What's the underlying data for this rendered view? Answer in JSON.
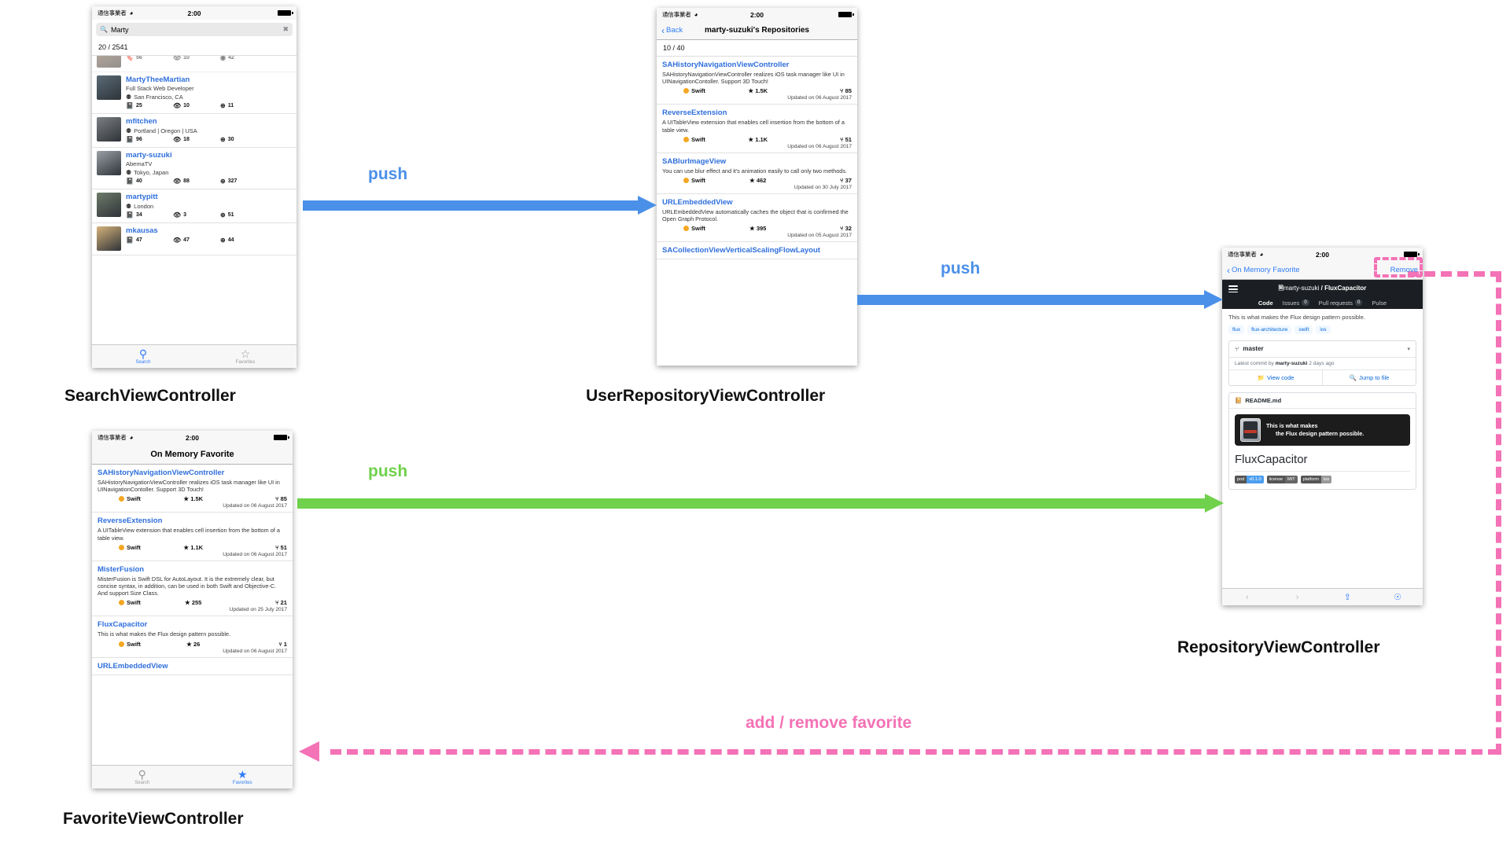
{
  "statusbar": {
    "carrier": "通信事業者",
    "wifi": "wifi-icon",
    "time": "2:00"
  },
  "labels": {
    "search_vc": "SearchViewController",
    "user_repo_vc": "UserRepositoryViewController",
    "repository_vc": "RepositoryViewController",
    "favorite_vc": "FavoriteViewController"
  },
  "arrows": {
    "push1": {
      "label": "push",
      "color": "#4a90e8"
    },
    "push2": {
      "label": "push",
      "color": "#4a90e8"
    },
    "push3": {
      "label": "push",
      "color": "#6fd14c"
    },
    "favorite": {
      "label": "add / remove favorite",
      "color": "#f472b6"
    }
  },
  "search_vc": {
    "search": {
      "value": "Marty",
      "placeholder": "Search",
      "icon": "search-icon",
      "clear_icon": "clear-icon"
    },
    "count": "20 / 2541",
    "users": [
      {
        "name": "MartyTheeMartian",
        "bio": "Full Stack Web Developer",
        "location": "San Francisco, CA",
        "repos": "25",
        "followers": "10",
        "gists": "11",
        "avatar_tone": "#5a6b78"
      },
      {
        "name": "mfitchen",
        "bio": "",
        "location": "Portland | Oregon | USA",
        "repos": "96",
        "followers": "18",
        "gists": "30",
        "avatar_tone": "#7c7f83"
      },
      {
        "name": "marty-suzuki",
        "bio": "AbemaTV",
        "location": "Tokyo, Japan",
        "repos": "40",
        "followers": "88",
        "gists": "327",
        "avatar_tone": "#9aa0a6"
      },
      {
        "name": "martypitt",
        "bio": "",
        "location": "London",
        "repos": "34",
        "followers": "3",
        "gists": "51",
        "avatar_tone": "#6e7c6a"
      },
      {
        "name": "mkausas",
        "bio": "",
        "location": "",
        "repos": "47",
        "followers": "47",
        "gists": "44",
        "avatar_tone": "#d6b27a"
      }
    ],
    "tabs": [
      {
        "label": "Search",
        "icon": "search-icon",
        "active": true
      },
      {
        "label": "Favorites",
        "icon": "star-icon",
        "active": false
      }
    ]
  },
  "user_repo_vc": {
    "nav": {
      "back": "Back",
      "title": "marty-suzuki's Repositories"
    },
    "count": "10 / 40",
    "repos": [
      {
        "name": "SAHistoryNavigationViewController",
        "desc": "SAHistoryNavigationViewController realizes iOS task manager like UI in UINavigationContoller. Support 3D Touch!",
        "language": "Swift",
        "stars": "1.5K",
        "forks": "85",
        "updated": "Updated on 06 August 2017"
      },
      {
        "name": "ReverseExtension",
        "desc": "A UITableView extension that enables cell insertion from the bottom of a table view.",
        "language": "Swift",
        "stars": "1.1K",
        "forks": "51",
        "updated": "Updated on 06 August 2017"
      },
      {
        "name": "SABlurImageView",
        "desc": "You can use blur effect and it's animation easily to call only two methods.",
        "language": "Swift",
        "stars": "462",
        "forks": "37",
        "updated": "Updated on 30 July 2017"
      },
      {
        "name": "URLEmbeddedView",
        "desc": "URLEmbeddedView automatically caches the object that is confirmed the Open Graph Protocol.",
        "language": "Swift",
        "stars": "395",
        "forks": "32",
        "updated": "Updated on 05 August 2017"
      },
      {
        "name": "SACollectionViewVerticalScalingFlowLayout",
        "desc": "",
        "language": "",
        "stars": "",
        "forks": "",
        "updated": ""
      }
    ]
  },
  "favorite_vc": {
    "nav": {
      "title": "On Memory Favorite"
    },
    "repos": [
      {
        "name": "SAHistoryNavigationViewController",
        "desc": "SAHistoryNavigationViewController realizes iOS task manager like UI in UINavigationContoller. Support 3D Touch!",
        "language": "Swift",
        "stars": "1.5K",
        "forks": "85",
        "updated": "Updated on 06 August 2017"
      },
      {
        "name": "ReverseExtension",
        "desc": "A UITableView extension that enables cell insertion from the bottom of a table view.",
        "language": "Swift",
        "stars": "1.1K",
        "forks": "51",
        "updated": "Updated on 06 August 2017"
      },
      {
        "name": "MisterFusion",
        "desc": "MisterFusion is Swift DSL for AutoLayout. It is the extremely clear, but concise syntax, in addition, can be used in both Swift and Objective-C. And support Size Class.",
        "language": "Swift",
        "stars": "255",
        "forks": "21",
        "updated": "Updated on 25 July 2017"
      },
      {
        "name": "FluxCapacitor",
        "desc": "This is what makes the Flux design pattern possible.",
        "language": "Swift",
        "stars": "26",
        "forks": "1",
        "updated": "Updated on 06 August 2017"
      },
      {
        "name": "URLEmbeddedView",
        "desc": "",
        "language": "",
        "stars": "",
        "forks": "",
        "updated": ""
      }
    ],
    "tabs": [
      {
        "label": "Search",
        "icon": "search-icon",
        "active": false
      },
      {
        "label": "Favorites",
        "icon": "star-icon",
        "active": true
      }
    ]
  },
  "repository_vc": {
    "nav": {
      "back": "On Memory Favorite",
      "action": "Remove"
    },
    "github": {
      "owner": "marty-suzuki",
      "separator": "/",
      "repo": "FluxCapacitor",
      "menu_icon": "hamburger-icon",
      "repo_icon": "repo-icon",
      "tabs": [
        {
          "label": "Code",
          "badge": "",
          "selected": true
        },
        {
          "label": "Issues",
          "badge": "0",
          "selected": false
        },
        {
          "label": "Pull requests",
          "badge": "0",
          "selected": false
        },
        {
          "label": "Pulse",
          "badge": "",
          "selected": false
        }
      ],
      "about": "This is what makes the Flux design pattern possible.",
      "topics": [
        "flux",
        "flux-architecture",
        "swift",
        "ios"
      ],
      "branch": "master",
      "branch_icon": "branch-icon",
      "commit_prefix": "Latest commit by",
      "commit_author": "marty-suzuki",
      "commit_time": "2 days ago",
      "actions": [
        {
          "label": "View code",
          "icon": "folder-icon"
        },
        {
          "label": "Jump to file",
          "icon": "search-icon"
        }
      ],
      "readme_title": "README.md",
      "readme_icon": "book-icon",
      "banner_line1": "This is what makes",
      "banner_line2": "the Flux design pattern possible.",
      "heading": "FluxCapacitor",
      "badges": [
        {
          "key": "pod",
          "value": "v0.1.0",
          "tone": "blue"
        },
        {
          "key": "license",
          "value": "MIT",
          "tone": "grey"
        },
        {
          "key": "platform",
          "value": "ios",
          "tone": "light"
        }
      ]
    },
    "toolbar": [
      {
        "icon": "back-chevron-icon",
        "enabled": false
      },
      {
        "icon": "forward-chevron-icon",
        "enabled": false
      },
      {
        "icon": "share-icon",
        "enabled": true
      },
      {
        "icon": "safari-icon",
        "enabled": true
      }
    ]
  }
}
